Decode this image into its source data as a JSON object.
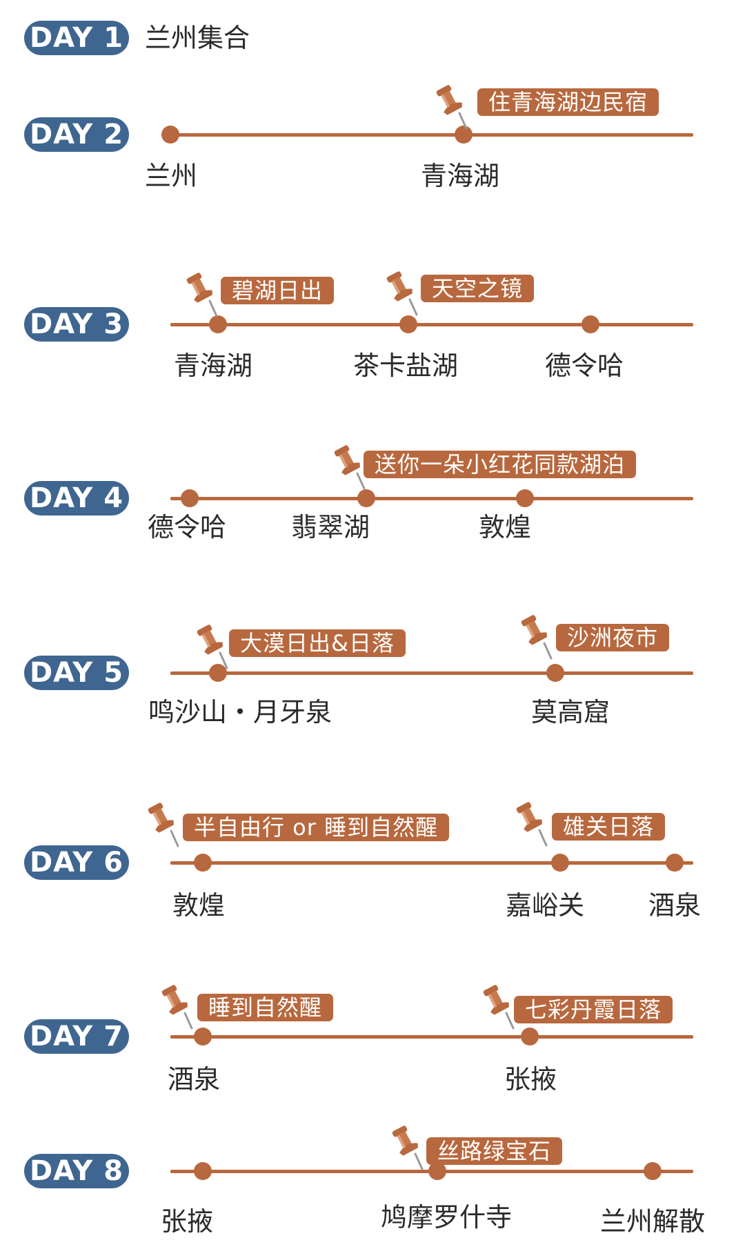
{
  "colors": {
    "badge": "#3f6690",
    "accent": "#b8683e",
    "text": "#2a2a2a",
    "tag_text": "#ffffff"
  },
  "icon": "pushpin-icon",
  "days": [
    {
      "badge": "DAY 1",
      "text": "兰州集合",
      "stops": [],
      "tags": []
    },
    {
      "badge": "DAY 2",
      "stops": [
        {
          "name": "兰州"
        },
        {
          "name": "青海湖"
        }
      ],
      "tags": [
        {
          "label": "住青海湖边民宿"
        }
      ]
    },
    {
      "badge": "DAY 3",
      "stops": [
        {
          "name": "青海湖"
        },
        {
          "name": "茶卡盐湖"
        },
        {
          "name": "德令哈"
        }
      ],
      "tags": [
        {
          "label": "碧湖日出"
        },
        {
          "label": "天空之镜"
        }
      ]
    },
    {
      "badge": "DAY 4",
      "stops": [
        {
          "name": "德令哈"
        },
        {
          "name": "翡翠湖"
        },
        {
          "name": "敦煌"
        }
      ],
      "tags": [
        {
          "label": "送你一朵小红花同款湖泊"
        }
      ]
    },
    {
      "badge": "DAY 5",
      "stops": [
        {
          "name": "鸣沙山・月牙泉"
        },
        {
          "name": "莫高窟"
        }
      ],
      "tags": [
        {
          "label": "大漠日出&日落"
        },
        {
          "label": "沙洲夜市"
        }
      ]
    },
    {
      "badge": "DAY 6",
      "stops": [
        {
          "name": "敦煌"
        },
        {
          "name": "嘉峪关"
        },
        {
          "name": "酒泉"
        }
      ],
      "tags": [
        {
          "label": "半自由行 or 睡到自然醒"
        },
        {
          "label": "雄关日落"
        }
      ]
    },
    {
      "badge": "DAY 7",
      "stops": [
        {
          "name": "酒泉"
        },
        {
          "name": "张掖"
        }
      ],
      "tags": [
        {
          "label": "睡到自然醒"
        },
        {
          "label": "七彩丹霞日落"
        }
      ]
    },
    {
      "badge": "DAY 8",
      "stops": [
        {
          "name": "张掖"
        },
        {
          "name": "鸠摩罗什寺"
        },
        {
          "name": "兰州解散"
        }
      ],
      "tags": [
        {
          "label": "丝路绿宝石"
        }
      ]
    }
  ]
}
